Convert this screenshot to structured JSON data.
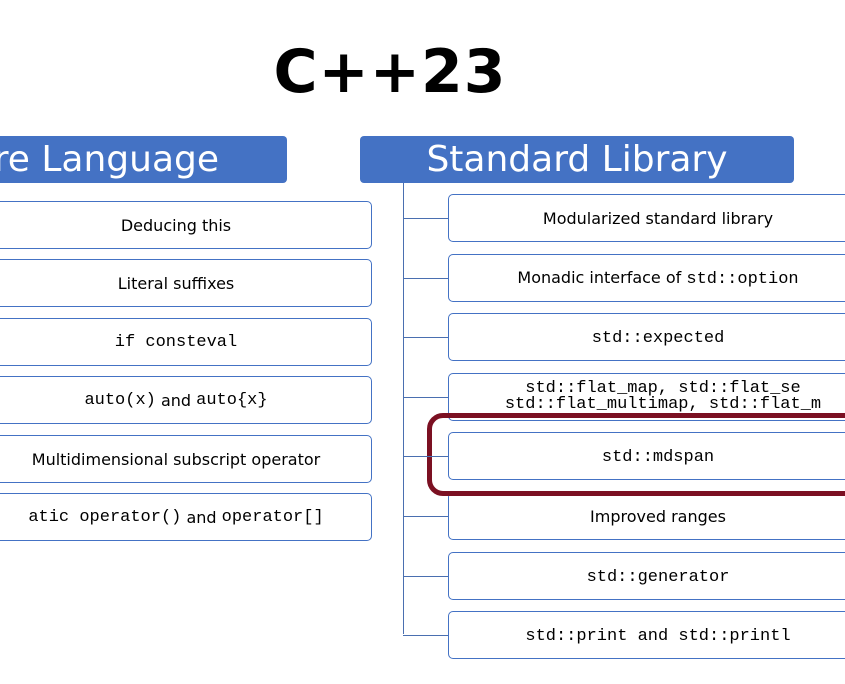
{
  "title": "C++23",
  "core": {
    "header": "re Language",
    "items": [
      {
        "parts": [
          {
            "text": "Deducing this",
            "style": "sans"
          }
        ]
      },
      {
        "parts": [
          {
            "text": "Literal suffixes",
            "style": "sans"
          }
        ]
      },
      {
        "parts": [
          {
            "text": "if consteval",
            "style": "mono"
          }
        ]
      },
      {
        "parts": [
          {
            "text": "auto(x)",
            "style": "mono"
          },
          {
            "text": " and ",
            "style": "sans"
          },
          {
            "text": "auto{x}",
            "style": "mono"
          }
        ]
      },
      {
        "parts": [
          {
            "text": "Multidimensional subscript operator",
            "style": "sans"
          }
        ]
      },
      {
        "parts": [
          {
            "text": "atic operator()",
            "style": "mono"
          },
          {
            "text": " and ",
            "style": "sans"
          },
          {
            "text": "operator[]",
            "style": "mono"
          }
        ]
      }
    ]
  },
  "std": {
    "header": "Standard Library",
    "items": [
      {
        "lines": [
          [
            {
              "text": "Modularized standard library",
              "style": "sans"
            }
          ]
        ]
      },
      {
        "lines": [
          [
            {
              "text": "Monadic interface of ",
              "style": "sans"
            },
            {
              "text": "std::option",
              "style": "mono"
            }
          ]
        ]
      },
      {
        "lines": [
          [
            {
              "text": "std::expected",
              "style": "mono"
            }
          ]
        ]
      },
      {
        "lines": [
          [
            {
              "text": "std::flat_map, std::flat_se",
              "style": "mono"
            }
          ],
          [
            {
              "text": "std::flat_multimap, std::flat_m",
              "style": "mono"
            }
          ]
        ]
      },
      {
        "lines": [
          [
            {
              "text": "std::mdspan",
              "style": "mono"
            }
          ]
        ]
      },
      {
        "lines": [
          [
            {
              "text": "Improved ranges",
              "style": "sans"
            }
          ]
        ]
      },
      {
        "lines": [
          [
            {
              "text": "std::generator",
              "style": "mono"
            }
          ]
        ]
      },
      {
        "lines": [
          [
            {
              "text": "std::print and std::printl",
              "style": "mono"
            }
          ]
        ]
      }
    ]
  },
  "colors": {
    "header_bg": "#4472c4",
    "box_border": "#4472c4",
    "highlight": "#7b1022"
  }
}
